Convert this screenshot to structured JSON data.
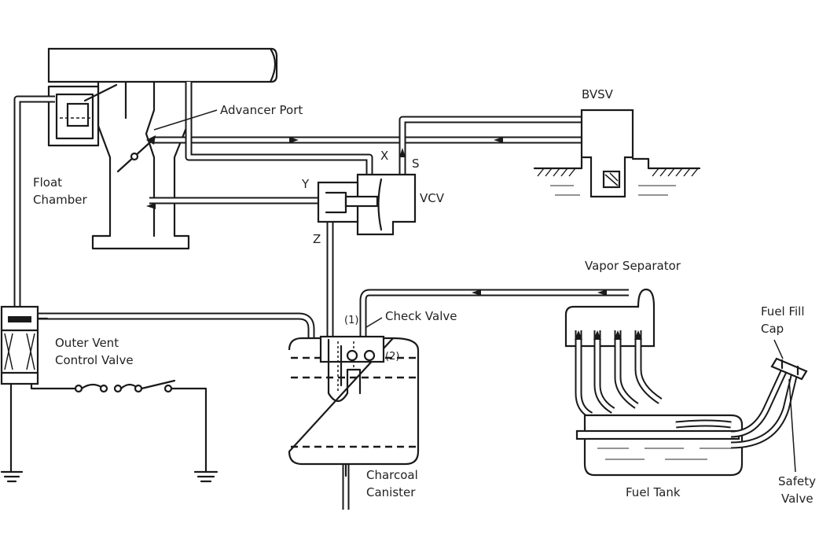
{
  "labels": {
    "advancer_port": "Advancer Port",
    "float_chamber_1": "Float",
    "float_chamber_2": "Chamber",
    "bvsv": "BVSV",
    "x": "X",
    "s": "S",
    "y": "Y",
    "z": "Z",
    "vcv": "VCV",
    "vapor_separator": "Vapor Separator",
    "check_valve": "Check Valve",
    "port_1": "(1)",
    "port_2": "(2)",
    "outer_vent_1": "Outer Vent",
    "outer_vent_2": "Control Valve",
    "fuel_fill_1": "Fuel Fill",
    "fuel_fill_2": "Cap",
    "charcoal_1": "Charcoal",
    "charcoal_2": "Canister",
    "fuel_tank": "Fuel Tank",
    "safety_1": "Safety",
    "safety_2": "Valve"
  }
}
